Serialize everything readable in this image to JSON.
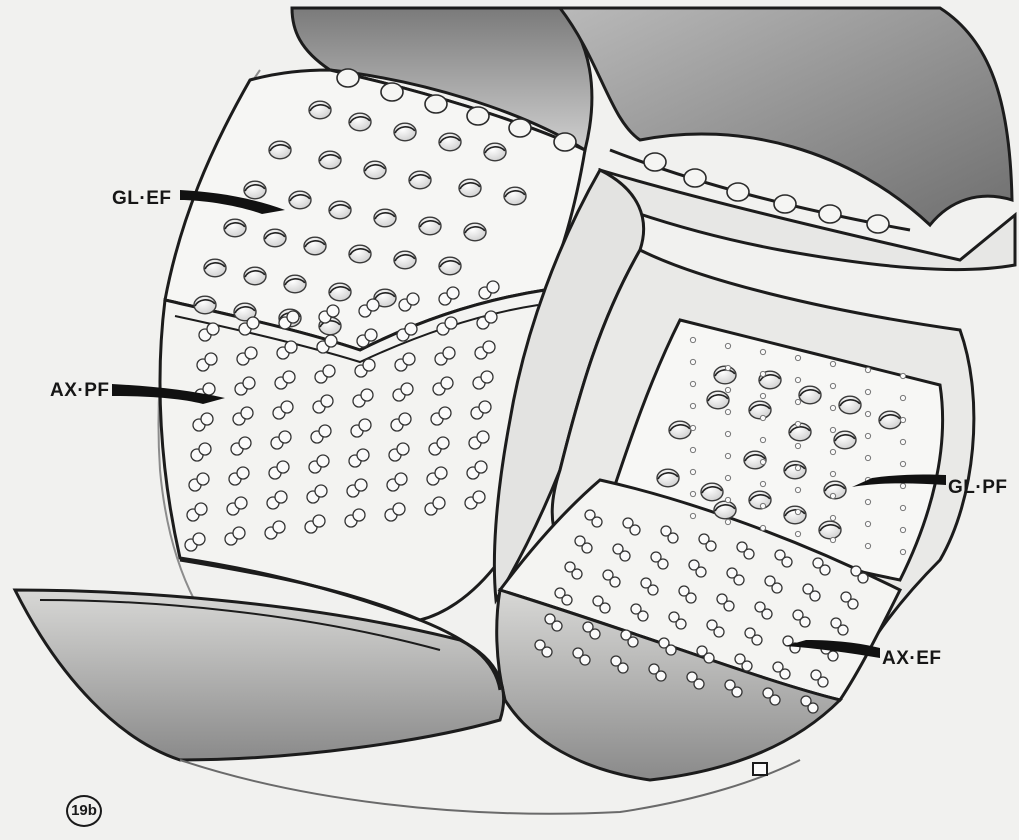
{
  "figure": {
    "panel_id": "19b",
    "labels": {
      "gl_ef": "GL·EF",
      "ax_pf": "AX·PF",
      "gl_pf": "GL·PF",
      "ax_ef": "AX·EF"
    }
  },
  "colors": {
    "background": "#f1f1ef",
    "line": "#1c1c1c",
    "shade": "#9a9a9a",
    "face": "#f4f4f2"
  }
}
